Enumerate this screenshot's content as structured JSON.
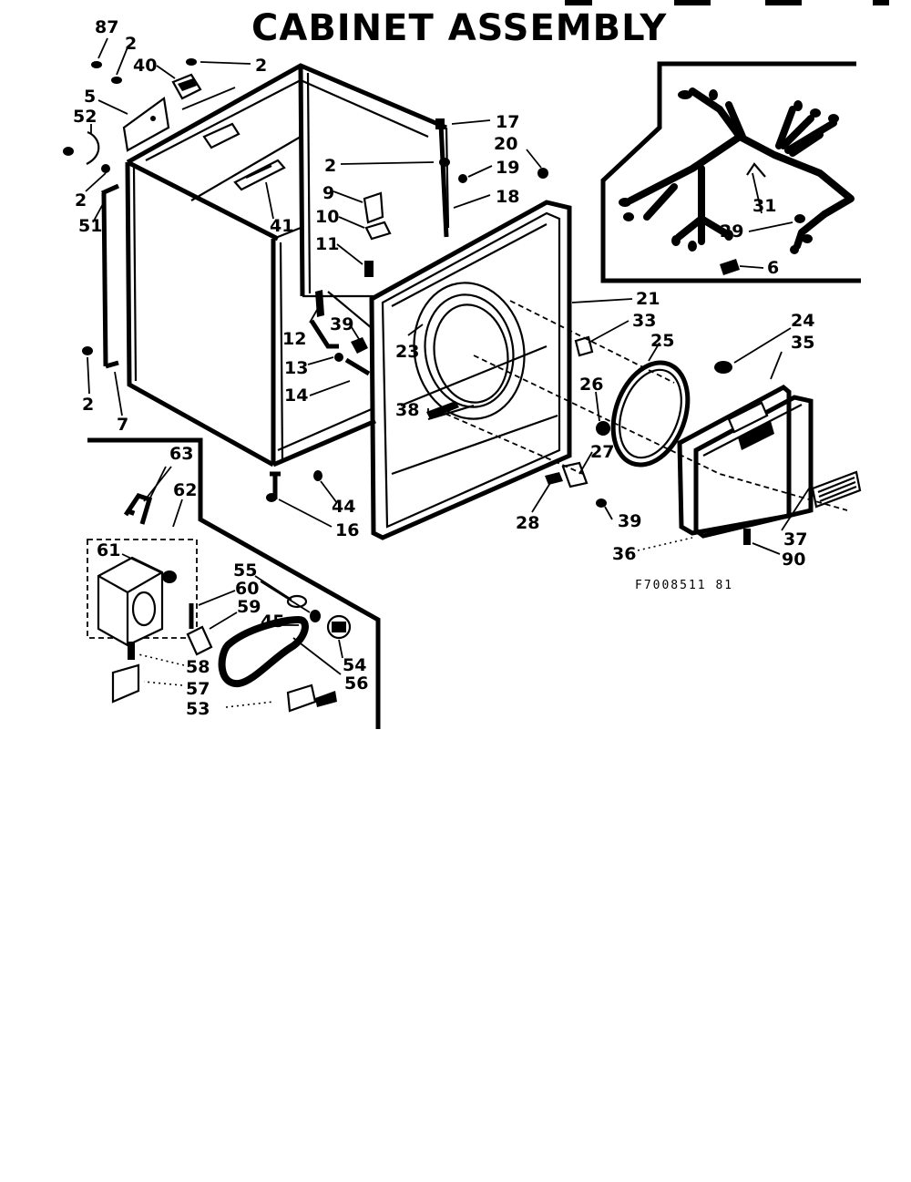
{
  "title": "CABINET ASSEMBLY",
  "figure_code": "F7008511 81",
  "callouts": [
    {
      "id": "c87",
      "text": "87"
    },
    {
      "id": "c2a",
      "text": "2"
    },
    {
      "id": "c40",
      "text": "40"
    },
    {
      "id": "c2b",
      "text": "2"
    },
    {
      "id": "c5",
      "text": "5"
    },
    {
      "id": "c52",
      "text": "52"
    },
    {
      "id": "c2c",
      "text": "2"
    },
    {
      "id": "c51",
      "text": "51"
    },
    {
      "id": "c41",
      "text": "41"
    },
    {
      "id": "c2d",
      "text": "2"
    },
    {
      "id": "c7",
      "text": "7"
    },
    {
      "id": "c17",
      "text": "17"
    },
    {
      "id": "c20",
      "text": "20"
    },
    {
      "id": "c2e",
      "text": "2"
    },
    {
      "id": "c19",
      "text": "19"
    },
    {
      "id": "c18",
      "text": "18"
    },
    {
      "id": "c9",
      "text": "9"
    },
    {
      "id": "c10",
      "text": "10"
    },
    {
      "id": "c11",
      "text": "11"
    },
    {
      "id": "c12",
      "text": "12"
    },
    {
      "id": "c39a",
      "text": "39"
    },
    {
      "id": "c13",
      "text": "13"
    },
    {
      "id": "c14",
      "text": "14"
    },
    {
      "id": "c23",
      "text": "23"
    },
    {
      "id": "c38",
      "text": "38"
    },
    {
      "id": "c21",
      "text": "21"
    },
    {
      "id": "c33",
      "text": "33"
    },
    {
      "id": "c25",
      "text": "25"
    },
    {
      "id": "c24",
      "text": "24"
    },
    {
      "id": "c35",
      "text": "35"
    },
    {
      "id": "c26",
      "text": "26"
    },
    {
      "id": "c27",
      "text": "27"
    },
    {
      "id": "c28",
      "text": "28"
    },
    {
      "id": "c39b",
      "text": "39"
    },
    {
      "id": "c36",
      "text": "36"
    },
    {
      "id": "c37",
      "text": "37"
    },
    {
      "id": "c90",
      "text": "90"
    },
    {
      "id": "c44",
      "text": "44"
    },
    {
      "id": "c16",
      "text": "16"
    },
    {
      "id": "c31",
      "text": "31"
    },
    {
      "id": "c29",
      "text": "29"
    },
    {
      "id": "c6",
      "text": "6"
    },
    {
      "id": "c63",
      "text": "63"
    },
    {
      "id": "c62",
      "text": "62"
    },
    {
      "id": "c61",
      "text": "61"
    },
    {
      "id": "c55",
      "text": "55"
    },
    {
      "id": "c60",
      "text": "60"
    },
    {
      "id": "c59",
      "text": "59"
    },
    {
      "id": "c45",
      "text": "45"
    },
    {
      "id": "c54",
      "text": "54"
    },
    {
      "id": "c56",
      "text": "56"
    },
    {
      "id": "c58",
      "text": "58"
    },
    {
      "id": "c57",
      "text": "57"
    },
    {
      "id": "c53",
      "text": "53"
    }
  ]
}
